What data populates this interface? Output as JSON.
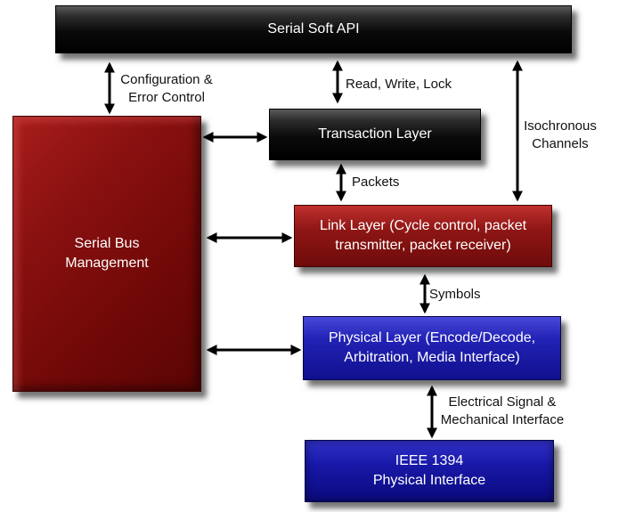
{
  "boxes": {
    "api": [
      "Serial Soft API"
    ],
    "transaction": [
      "Transaction Layer"
    ],
    "management": [
      "Serial Bus",
      "Management"
    ],
    "link": [
      "Link Layer (Cycle control, packet",
      "transmitter, packet receiver)"
    ],
    "physical": [
      "Physical Layer (Encode/Decode,",
      "Arbitration, Media Interface)"
    ],
    "ieee": [
      "IEEE 1394",
      "Physical Interface"
    ]
  },
  "labels": {
    "config": [
      "Configuration &",
      "Error Control"
    ],
    "rwl": [
      "Read, Write, Lock"
    ],
    "iso": [
      "Isochronous",
      "Channels"
    ],
    "packets": [
      "Packets"
    ],
    "symbols": [
      "Symbols"
    ],
    "electrical": [
      "Electrical Signal &",
      "Mechanical Interface"
    ]
  },
  "colors": {
    "black_box": "#000000",
    "red_box": "#8e1614",
    "blue_box": "#2222b6",
    "arrow": "#000000"
  }
}
